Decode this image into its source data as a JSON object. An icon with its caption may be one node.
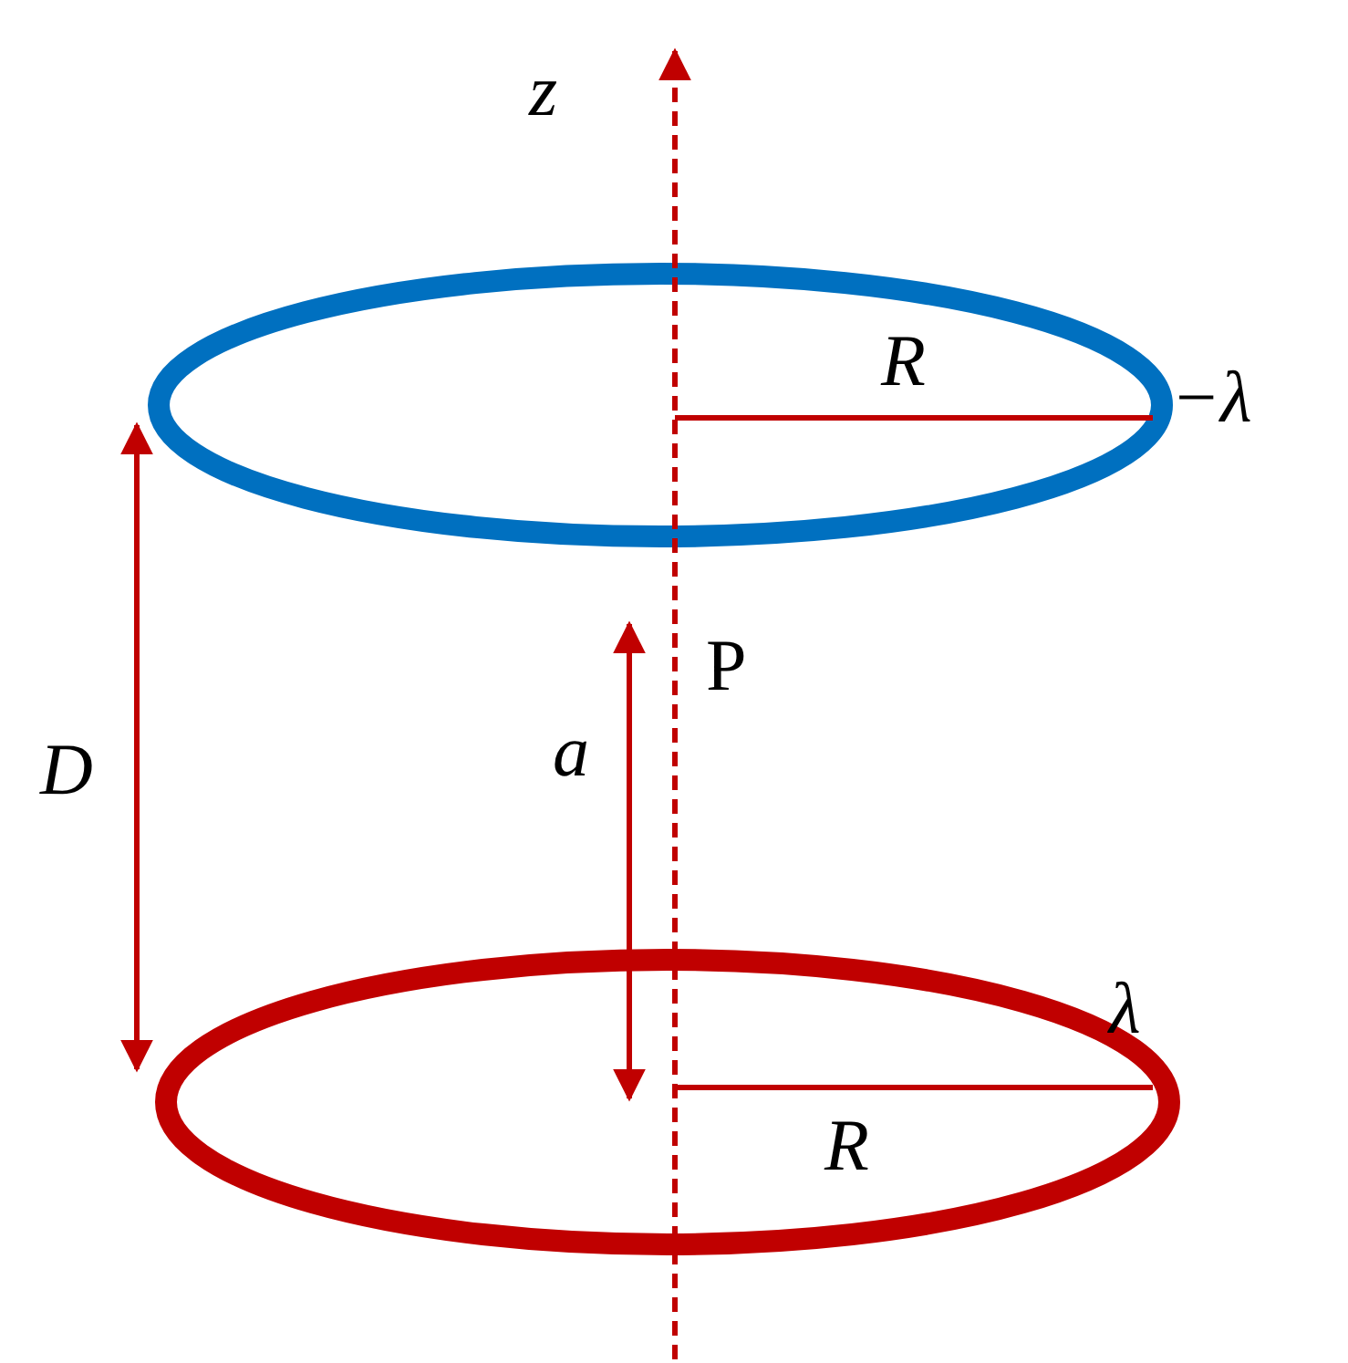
{
  "diagram": {
    "labels": [
      "z",
      "R",
      "−λ",
      "P",
      "a",
      "D",
      "λ",
      "R"
    ]
  }
}
